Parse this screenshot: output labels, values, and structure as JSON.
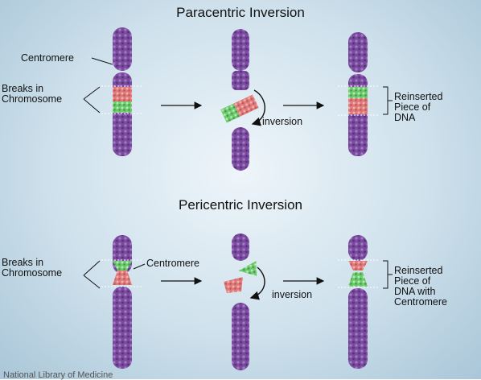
{
  "paracentric": {
    "title": "Paracentric Inversion",
    "centromere_label": "Centromere",
    "breaks_label": [
      "Breaks in",
      "Chromosome"
    ],
    "inversion_label": "inversion",
    "reinserted_label": [
      "Reinserted",
      "Piece of",
      "DNA"
    ]
  },
  "pericentric": {
    "title": "Pericentric Inversion",
    "breaks_label": [
      "Breaks in",
      "Chromosome"
    ],
    "centromere_label": "Centromere",
    "inversion_label": "inversion",
    "reinserted_label": [
      "Reinserted",
      "Piece of",
      "DNA with",
      "Centromere"
    ]
  },
  "credit": "National Library of Medicine",
  "colors": {
    "chromatin": "#7a4a9e",
    "segment_pink": "#e07a7a",
    "segment_green": "#6ec86e"
  }
}
